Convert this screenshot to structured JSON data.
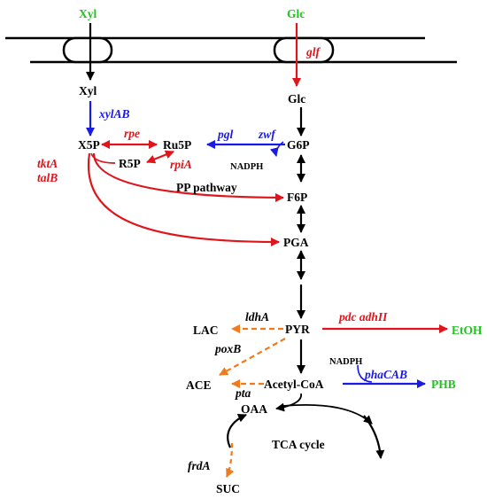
{
  "colors": {
    "black": "#000000",
    "red": "#e0141b",
    "blue": "#1a1ae6",
    "orange": "#f07a1e",
    "green": "#1fc41f"
  },
  "metabolites": {
    "xyl_out": "Xyl",
    "glc_out": "Glc",
    "xyl_in": "Xyl",
    "glc_in": "Glc",
    "x5p": "X5P",
    "ru5p": "Ru5P",
    "g6p": "G6P",
    "r5p": "R5P",
    "f6p": "F6P",
    "pga": "PGA",
    "pyr": "PYR",
    "lac": "LAC",
    "etoh": "EtOH",
    "ace": "ACE",
    "acetyl_coa": "Acetyl-CoA",
    "phb": "PHB",
    "oaa": "OAA",
    "suc": "SUC"
  },
  "genes": {
    "glf": "glf",
    "xylab": "xylAB",
    "rpe": "rpe",
    "pgl": "pgl",
    "zwf": "zwf",
    "rpia": "rpiA",
    "tkta": "tktA",
    "talb": "talB",
    "ldha": "ldhA",
    "pdc_adhii": "pdc adhII",
    "poxb": "poxB",
    "pta": "pta",
    "phacab": "phaCAB",
    "frda": "frdA"
  },
  "labels": {
    "nadph_1": "NADPH",
    "nadph_2": "NADPH",
    "pp_pathway": "PP pathway",
    "tca_cycle": "TCA cycle"
  }
}
